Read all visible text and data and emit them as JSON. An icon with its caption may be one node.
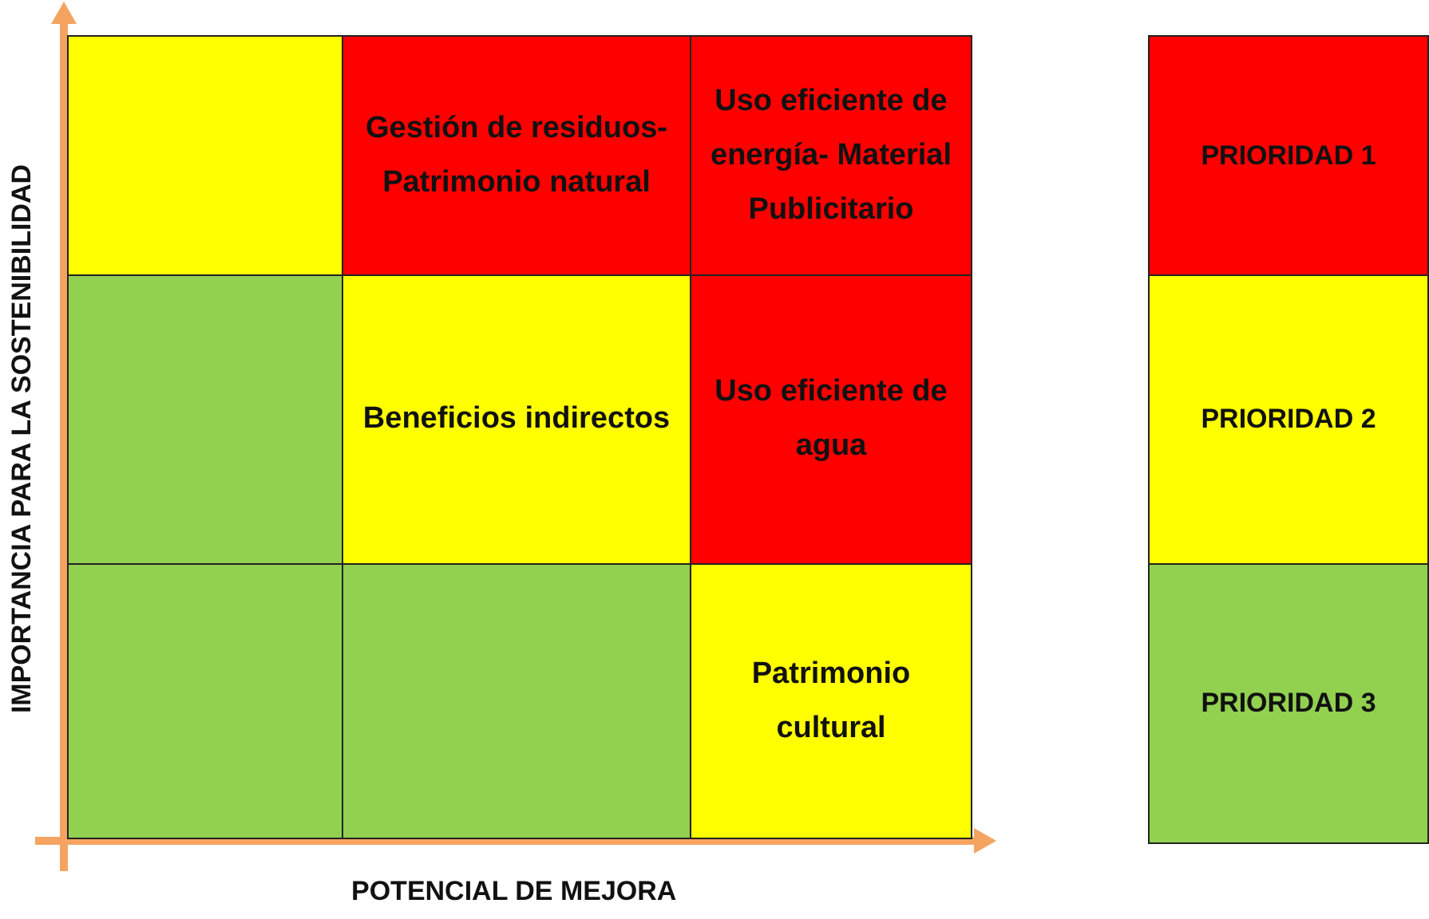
{
  "diagram": {
    "nodes": [
      {
        "text": [],
        "shape": "box"
      },
      {
        "text": [
          "Gestión de residuos- Patrimonio natural"
        ]
      },
      {
        "text": [
          "Uso eficiente de energía- Material Publicitario"
        ]
      },
      {
        "text": [],
        "shape": "box"
      },
      {
        "text": [
          "Beneficios indirectos"
        ]
      },
      {
        "text": [
          "Uso eficiente de agua"
        ]
      },
      {
        "text": [],
        "shape": "box"
      },
      {
        "text": [],
        "shape": "box"
      },
      {
        "text": [
          "Patrimonio cultural"
        ]
      }
    ],
    "edges": [],
    "labels": [
      "IMPORTANCIA PARA LA SOSTENIBILIDAD",
      "POTENCIAL DE MEJORA"
    ],
    "legend": [
      {
        "text": "PRIORIDAD 1",
        "color": "#ff0000"
      },
      {
        "text": "PRIORIDAD 2",
        "color": "#ffff00"
      },
      {
        "text": "PRIORIDAD 3",
        "color": "#92d050"
      }
    ]
  }
}
